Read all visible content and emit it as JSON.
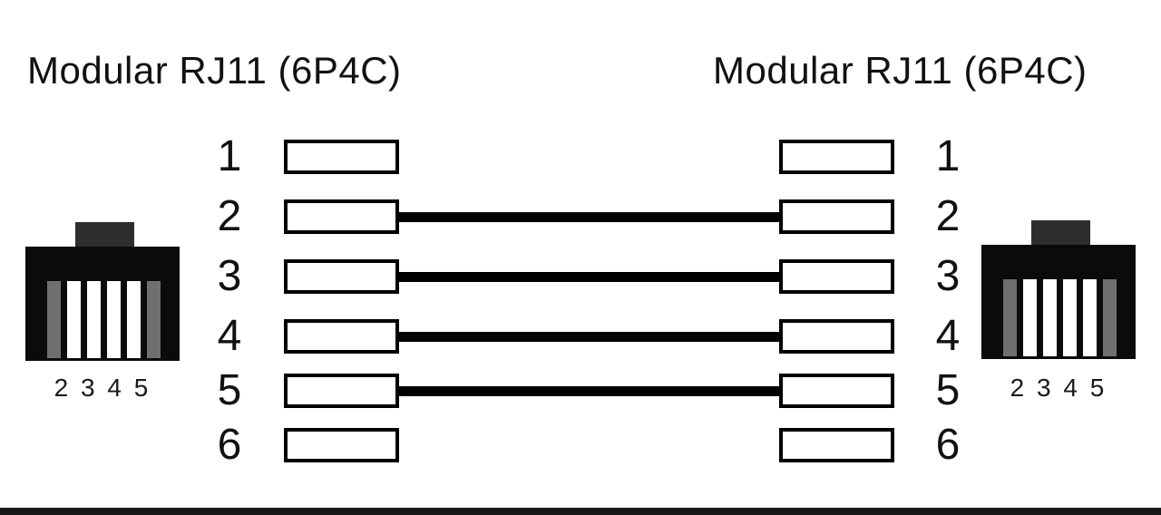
{
  "titles": {
    "left": "Modular RJ11 (6P4C)",
    "right": "Modular RJ11 (6P4C)"
  },
  "pins": [
    {
      "number": "1",
      "connected": false
    },
    {
      "number": "2",
      "connected": true
    },
    {
      "number": "3",
      "connected": true
    },
    {
      "number": "4",
      "connected": true
    },
    {
      "number": "5",
      "connected": true
    },
    {
      "number": "6",
      "connected": false
    }
  ],
  "connectors": {
    "left": {
      "label": "2 3 4 5",
      "slot_pattern": [
        "unused",
        "used",
        "used",
        "used",
        "used",
        "unused"
      ]
    },
    "right": {
      "label": "2 3 4 5",
      "slot_pattern": [
        "unused",
        "used",
        "used",
        "used",
        "used",
        "unused"
      ]
    }
  },
  "colors": {
    "background": "#ffffff",
    "wire": "#000000",
    "pin_outline": "#000000",
    "connector_body": "#0b0b0b",
    "connector_tab": "#2e2e2e",
    "slot_used": "#ffffff",
    "slot_unused": "#6f6f6f",
    "bottom_bar": "#171717"
  }
}
